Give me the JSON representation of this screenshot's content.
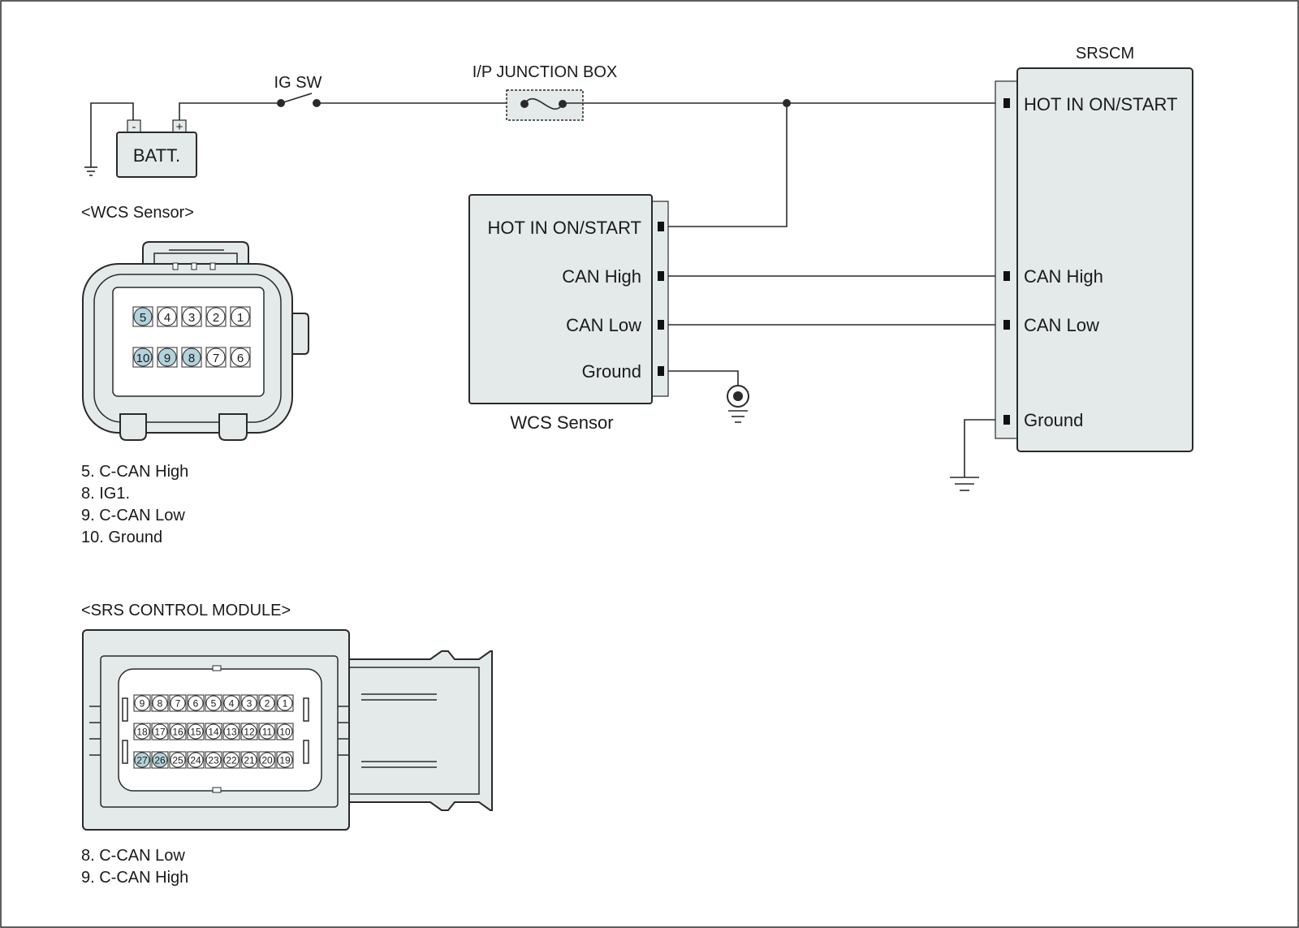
{
  "schematic": {
    "battery_label": "BATT.",
    "battery_neg": "-",
    "battery_pos": "+",
    "ig_switch_label": "IG SW",
    "junction_box_label": "I/P JUNCTION BOX",
    "srscm": {
      "title": "SRSCM",
      "pins": [
        "HOT IN ON/START",
        "CAN High",
        "CAN Low",
        "Ground"
      ]
    },
    "wcs": {
      "caption": "WCS Sensor",
      "pins": [
        "HOT IN ON/START",
        "CAN High",
        "CAN Low",
        "Ground"
      ]
    }
  },
  "wcs_connector": {
    "title": "<WCS Sensor>",
    "row1": [
      "5",
      "4",
      "3",
      "2",
      "1"
    ],
    "row2": [
      "10",
      "9",
      "8",
      "7",
      "6"
    ],
    "highlighted": [
      "5",
      "10",
      "9",
      "8"
    ],
    "legend": [
      "5. C-CAN High",
      "8. IG1.",
      "9. C-CAN Low",
      "10. Ground"
    ]
  },
  "srs_connector": {
    "title": "<SRS CONTROL MODULE>",
    "row1": [
      "9",
      "8",
      "7",
      "6",
      "5",
      "4",
      "3",
      "2",
      "1"
    ],
    "row2": [
      "18",
      "17",
      "16",
      "15",
      "14",
      "13",
      "12",
      "11",
      "10"
    ],
    "row3": [
      "27",
      "26",
      "25",
      "24",
      "23",
      "22",
      "21",
      "20",
      "19"
    ],
    "highlighted": [
      "27",
      "26"
    ],
    "legend": [
      "8. C-CAN Low",
      "9. C-CAN High"
    ]
  },
  "colors": {
    "line": "#2a2a2a",
    "module_fill": "#e4eaea",
    "pin_highlight": "#b3d3dc",
    "pin_normal": "#ffffff"
  }
}
